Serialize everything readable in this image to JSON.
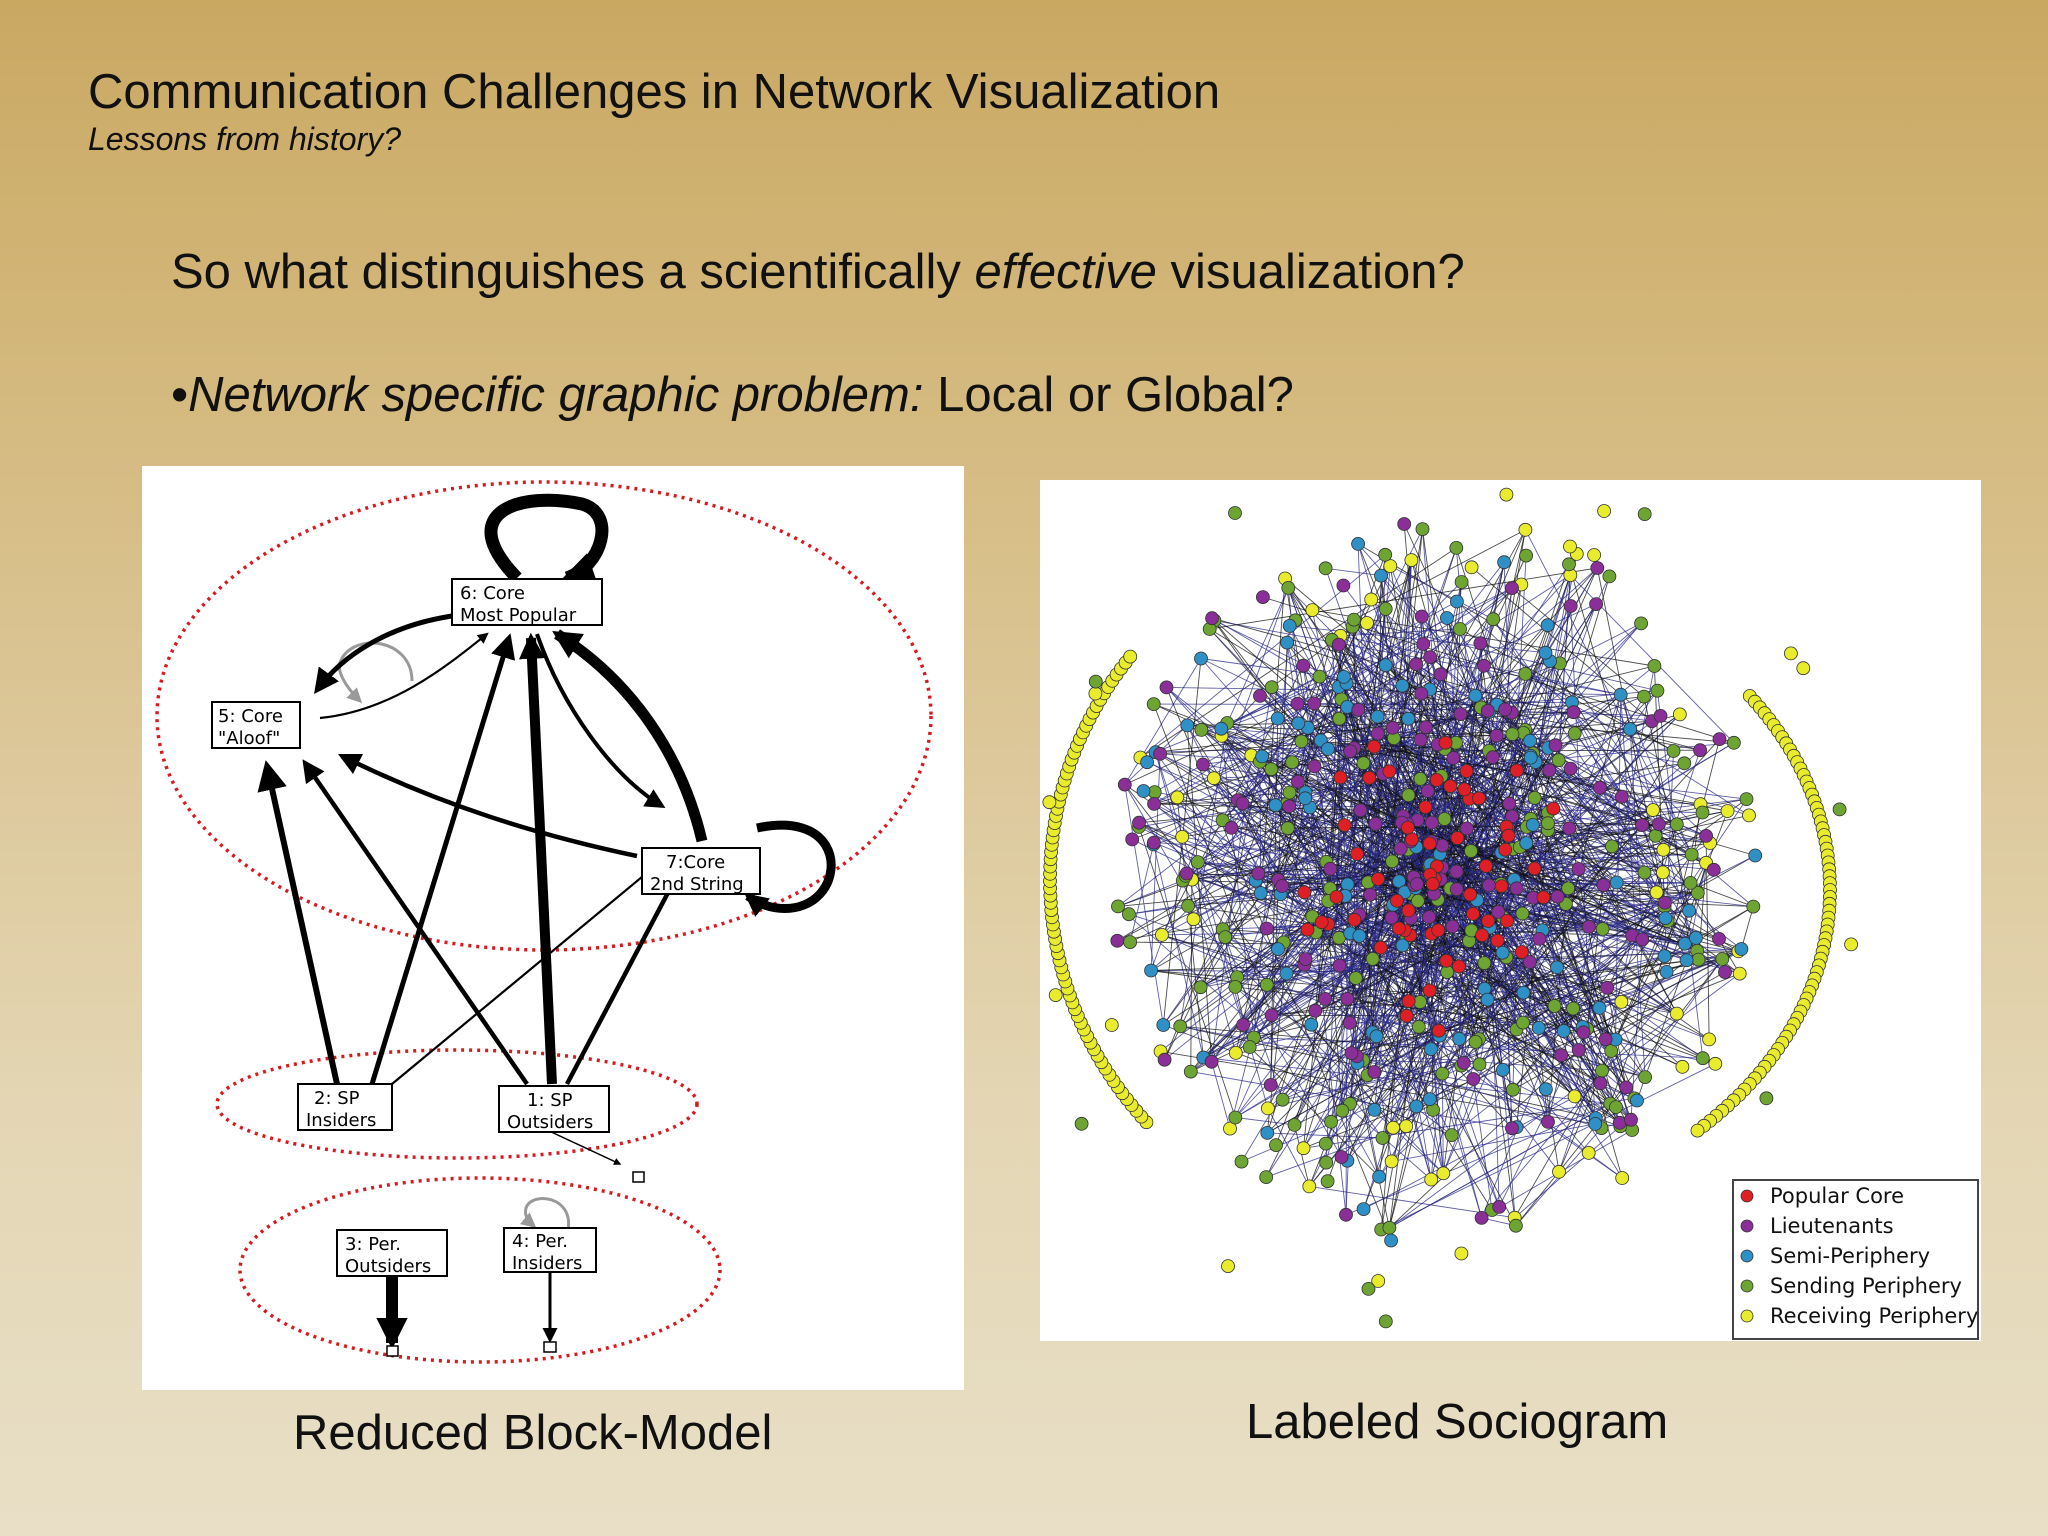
{
  "slide": {
    "title": "Communication Challenges in Network Visualization",
    "subtitle": "Lessons from history?",
    "question": {
      "prefix": "So what distinguishes a scientifically ",
      "emphasis": "effective",
      "suffix": " visualization?"
    },
    "bullet": {
      "marker": "•",
      "emphasis": "Network specific graphic problem:",
      "rest": " Local or Global?"
    }
  },
  "block_model": {
    "caption": "Reduced Block-Model",
    "nodes": {
      "core_popular": [
        "6: Core",
        "Most Popular"
      ],
      "core_aloof": [
        "5: Core",
        "\"Aloof\""
      ],
      "core_second": [
        "7:Core",
        "2nd String"
      ],
      "sp_insiders": [
        "2: SP",
        "Insiders"
      ],
      "sp_outsiders": [
        "1: SP",
        "Outsiders"
      ],
      "per_outsiders": [
        "3: Per.",
        "Outsiders"
      ],
      "per_insiders": [
        "4: Per.",
        "Insiders"
      ]
    }
  },
  "sociogram": {
    "caption": "Labeled Sociogram",
    "legend": [
      {
        "label": "Popular Core",
        "color": "#e01e25"
      },
      {
        "label": "Lieutenants",
        "color": "#8b2f98"
      },
      {
        "label": "Semi-Periphery",
        "color": "#2f90c6"
      },
      {
        "label": "Sending Periphery",
        "color": "#6ea532"
      },
      {
        "label": "Receiving Periphery",
        "color": "#e8ec2c"
      }
    ]
  }
}
